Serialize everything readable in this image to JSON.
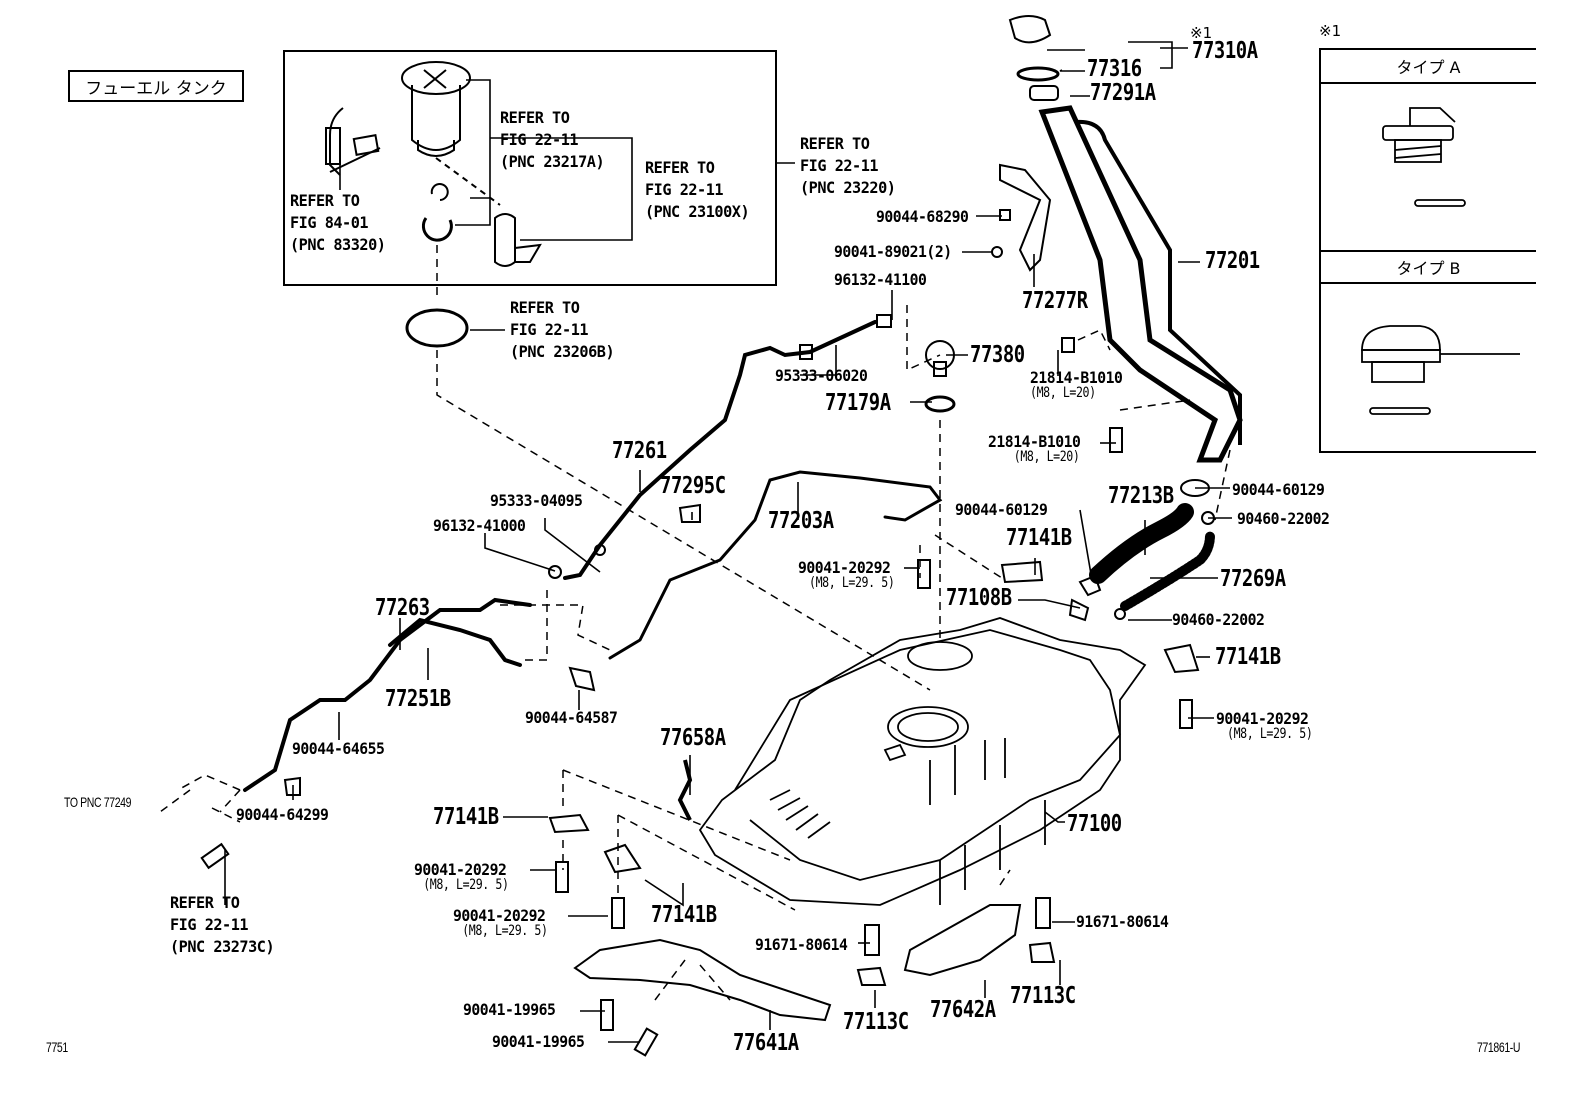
{
  "diagram": {
    "title": "フューエル タンク",
    "figure_code_left": "7751",
    "figure_code_right": "771861-U",
    "note_marker": "※1",
    "type_panel": {
      "marker": "※1",
      "type_a_label": "タイプ A",
      "type_b_label": "タイプ B"
    },
    "references": [
      {
        "id": "ref-23217a",
        "line1": "REFER TO",
        "line2": "FIG 22-11",
        "line3": "(PNC 23217A)"
      },
      {
        "id": "ref-23100x",
        "line1": "REFER TO",
        "line2": "FIG 22-11",
        "line3": "(PNC 23100X)"
      },
      {
        "id": "ref-83320",
        "line1": "REFER TO",
        "line2": "FIG 84-01",
        "line3": "(PNC 83320)"
      },
      {
        "id": "ref-23220",
        "line1": "REFER TO",
        "line2": "FIG 22-11",
        "line3": "(PNC 23220)"
      },
      {
        "id": "ref-23206b",
        "line1": "REFER TO",
        "line2": "FIG 22-11",
        "line3": "(PNC 23206B)"
      },
      {
        "id": "ref-23273c",
        "line1": "REFER TO",
        "line2": "FIG 22-11",
        "line3": "(PNC 23273C)"
      }
    ],
    "to_pnc": "TO PNC 77249",
    "parts": [
      {
        "pnc": "77310A"
      },
      {
        "pnc": "77316"
      },
      {
        "pnc": "77291A"
      },
      {
        "pnc": "90044-68290"
      },
      {
        "pnc": "90041-89021(2)"
      },
      {
        "pnc": "77277R"
      },
      {
        "pnc": "77201"
      },
      {
        "pnc": "96132-41100"
      },
      {
        "pnc": "95333-06020"
      },
      {
        "pnc": "77380"
      },
      {
        "pnc": "77179A"
      },
      {
        "pnc": "21814-B1010",
        "spec": "(M8, L=20)"
      },
      {
        "pnc": "21814-B1010",
        "spec": "(M8, L=20)"
      },
      {
        "pnc": "77261"
      },
      {
        "pnc": "95333-04095"
      },
      {
        "pnc": "96132-41000"
      },
      {
        "pnc": "77295C"
      },
      {
        "pnc": "77203A"
      },
      {
        "pnc": "90044-60129"
      },
      {
        "pnc": "77213B"
      },
      {
        "pnc": "90044-60129"
      },
      {
        "pnc": "90460-22002"
      },
      {
        "pnc": "77141B"
      },
      {
        "pnc": "90041-20292",
        "spec": "(M8, L=29. 5)"
      },
      {
        "pnc": "77108B"
      },
      {
        "pnc": "77269A"
      },
      {
        "pnc": "90460-22002"
      },
      {
        "pnc": "77141B"
      },
      {
        "pnc": "90041-20292",
        "spec": "(M8, L=29. 5)"
      },
      {
        "pnc": "77263"
      },
      {
        "pnc": "77251B"
      },
      {
        "pnc": "90044-64587"
      },
      {
        "pnc": "90044-64655"
      },
      {
        "pnc": "77658A"
      },
      {
        "pnc": "90044-64299"
      },
      {
        "pnc": "77141B"
      },
      {
        "pnc": "90041-20292",
        "spec": "(M8, L=29. 5)"
      },
      {
        "pnc": "90041-20292",
        "spec": "(M8, L=29. 5)"
      },
      {
        "pnc": "77141B"
      },
      {
        "pnc": "77100"
      },
      {
        "pnc": "91671-80614"
      },
      {
        "pnc": "91671-80614"
      },
      {
        "pnc": "90041-19965"
      },
      {
        "pnc": "90041-19965"
      },
      {
        "pnc": "77641A"
      },
      {
        "pnc": "77113C"
      },
      {
        "pnc": "77642A"
      },
      {
        "pnc": "77113C"
      }
    ]
  }
}
